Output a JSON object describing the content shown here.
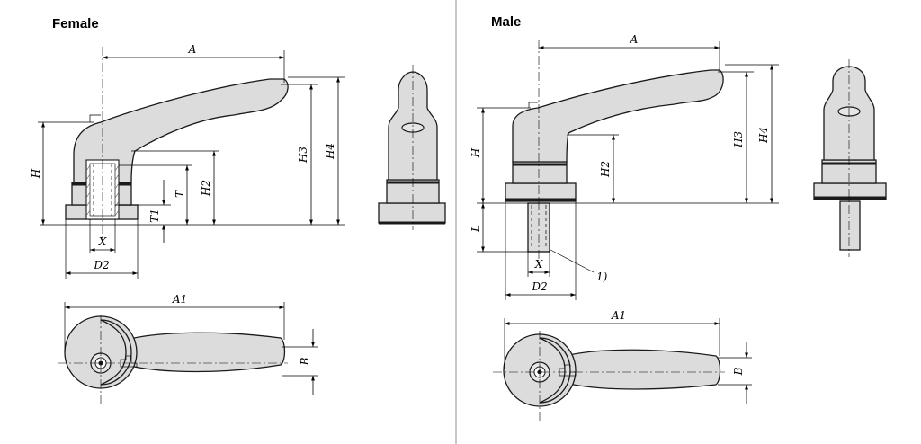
{
  "headings": {
    "female": "Female",
    "male": "Male"
  },
  "female": {
    "labels": {
      "A": "A",
      "H": "H",
      "H2": "H2",
      "H3": "H3",
      "H4": "H4",
      "T": "T",
      "T1": "T1",
      "X": "X",
      "D2": "D2",
      "A1": "A1",
      "B": "B"
    }
  },
  "male": {
    "labels": {
      "A": "A",
      "H": "H",
      "H2": "H2",
      "H3": "H3",
      "H4": "H4",
      "L": "L",
      "X": "X",
      "D2": "D2",
      "A1": "A1",
      "B": "B",
      "note": "1)"
    }
  },
  "colors": {
    "part_fill": "#dcdcdc",
    "band": "#1a1a1a",
    "divider": "#8c8c8c"
  }
}
